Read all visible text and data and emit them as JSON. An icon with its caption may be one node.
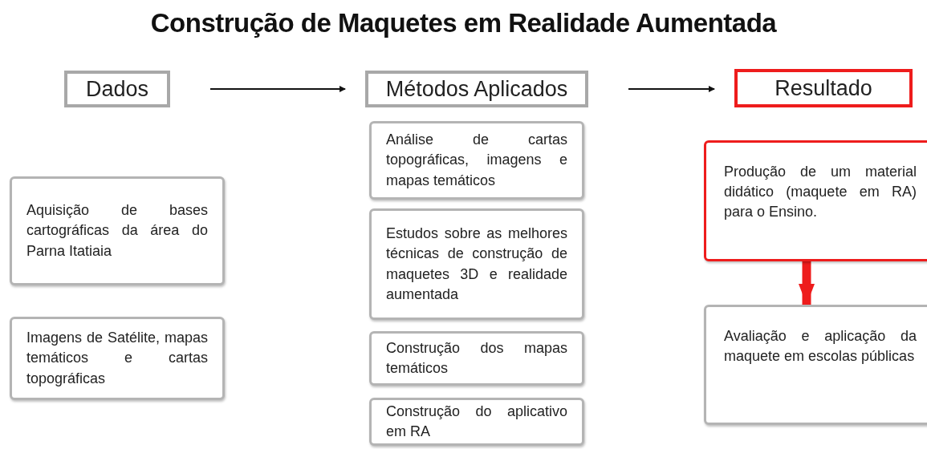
{
  "diagram": {
    "title": "Construção de Maquetes em Realidade Aumentada",
    "nodes": [
      {
        "text": [
          "Dados"
        ]
      },
      {
        "text": [
          "Métodos Aplicados"
        ]
      },
      {
        "text": [
          "Resultado"
        ]
      },
      {
        "text": [
          "Aquisição de bases cartográficas da área do Parna Itatiaia"
        ]
      },
      {
        "text": [
          "Imagens de Satélite, mapas temáticos e cartas topográficas"
        ]
      },
      {
        "text": [
          "Análise de cartas topográficas, imagens e mapas temáticos"
        ]
      },
      {
        "text": [
          "Estudos sobre as melhores técnicas de construção de maquetes 3D e realidade aumentada"
        ]
      },
      {
        "text": [
          "Construção dos mapas temáticos"
        ]
      },
      {
        "text": [
          "Construção do aplicativo em RA"
        ]
      },
      {
        "text": [
          "Produção de um material didático (maquete em RA) para o Ensino."
        ]
      },
      {
        "text": [
          "Avaliação e aplicação da maquete em escolas públicas"
        ]
      }
    ],
    "edges": [
      {
        "from": 0,
        "to": 1,
        "arrow": "to"
      },
      {
        "from": 1,
        "to": 2,
        "arrow": "to"
      },
      {
        "from": 9,
        "to": 10,
        "arrow": "to",
        "style": "thick",
        "color": "#ee1c1c"
      }
    ]
  }
}
